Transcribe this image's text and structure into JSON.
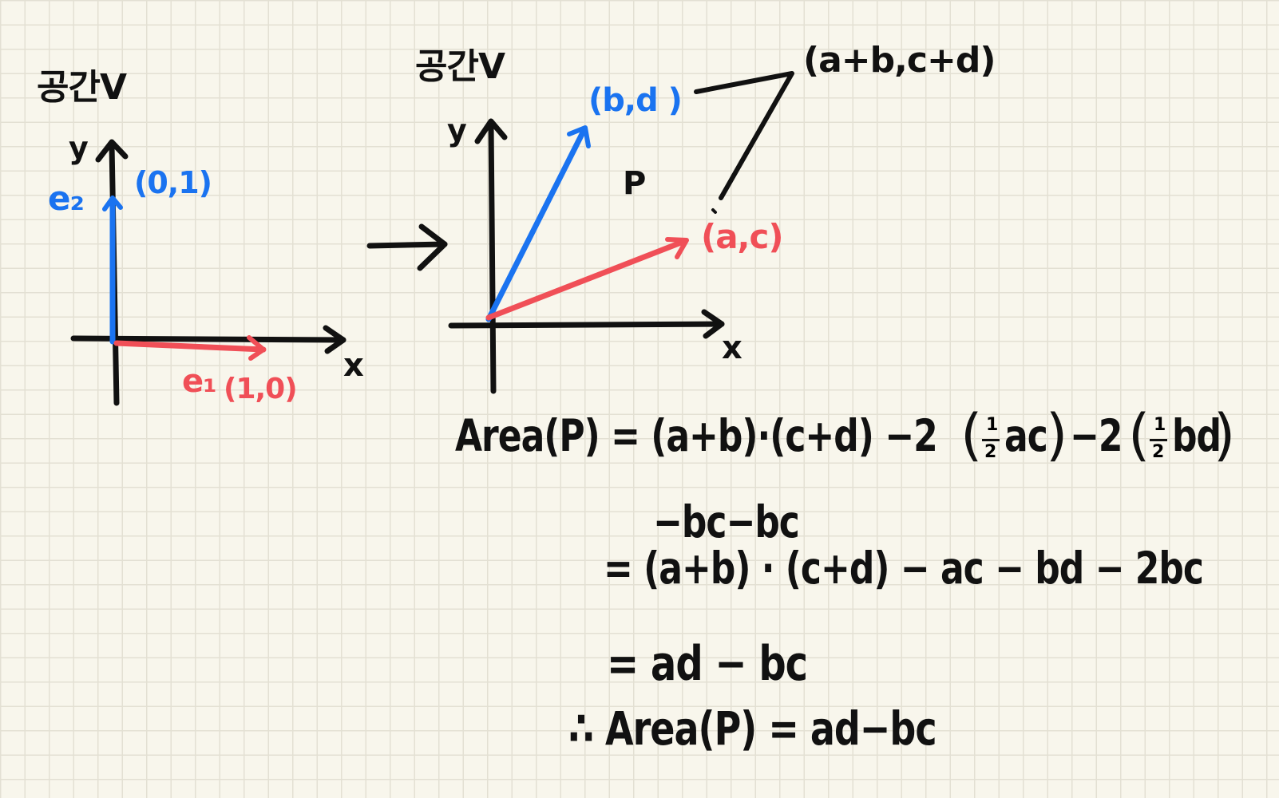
{
  "left_panel": {
    "space_label": "공간V",
    "y_axis_label": "y",
    "x_axis_label": "x",
    "e2_label": "e₂",
    "e2_coords": "(0,1)",
    "e1_label": "e₁",
    "e1_coords": "(1,0)"
  },
  "right_panel": {
    "space_label": "공간V",
    "y_axis_label": "y",
    "x_axis_label": "x",
    "bd_label": "(b,d )",
    "ac_label": "(a,c)",
    "apbcd_label": "(a+b,c+d)",
    "p_label": "P"
  },
  "equations": {
    "line1_lhs": "Area(P) = (a+b)·(c+d) −2",
    "line1_term1": "ac",
    "line1_mid": "−2",
    "line1_term2": "bd",
    "half_num": "1",
    "half_den": "2",
    "line2": "−bc−bc",
    "line3": "= (a+b) · (c+d) − ac − bd − 2bc",
    "line4": "= ad − bc",
    "line5": "∴ Area(P) = ad−bc"
  },
  "colors": {
    "ink": "#111111",
    "blue": "#1a73f0",
    "red": "#f04f57",
    "grid": "#e3e0d3",
    "paper": "#f8f6ec"
  }
}
